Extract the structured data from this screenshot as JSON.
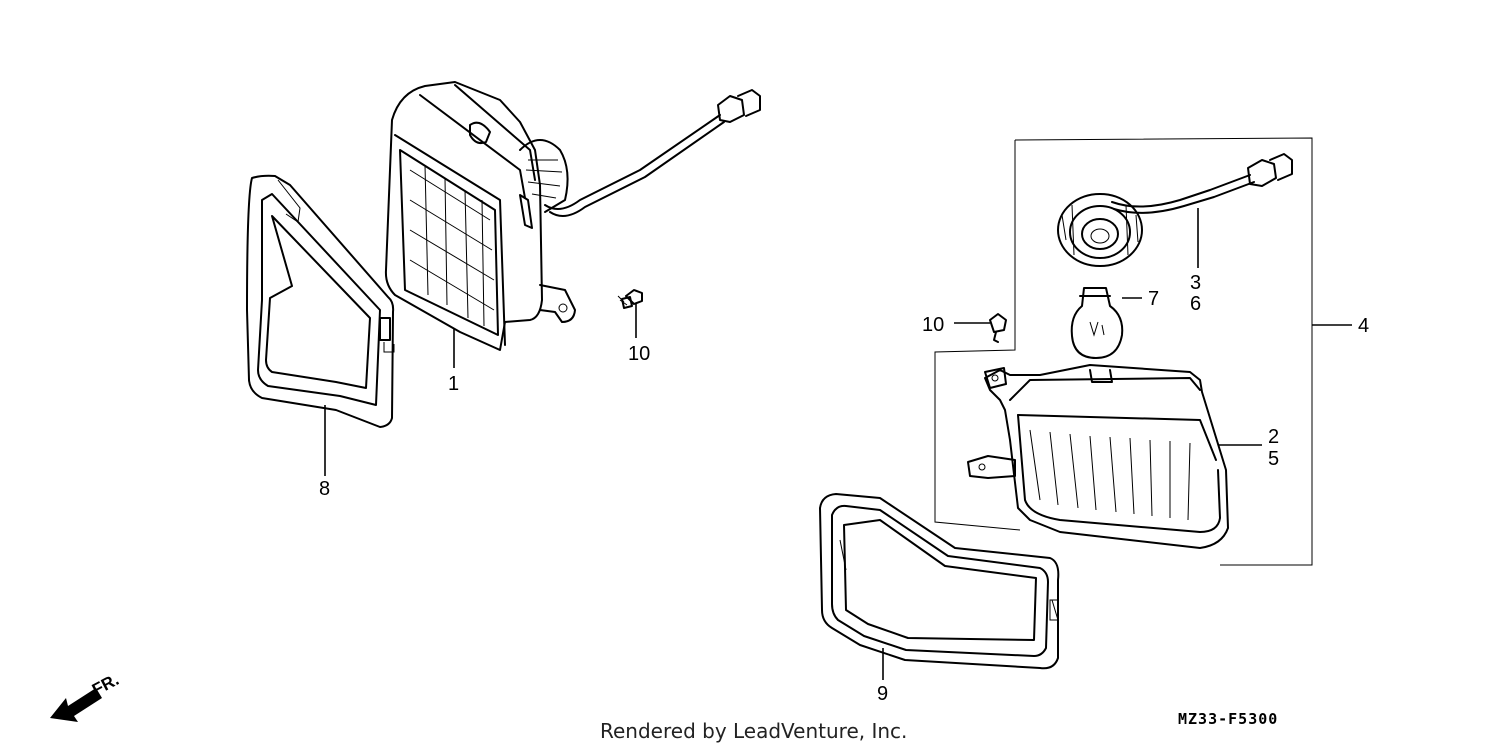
{
  "callouts": {
    "c1": "1",
    "c2": "2",
    "c3": "3",
    "c4": "4",
    "c5": "5",
    "c6": "6",
    "c7": "7",
    "c8": "8",
    "c9": "9",
    "c10a": "10",
    "c10b": "10"
  },
  "front_indicator": "FR.",
  "footer": {
    "rendered_by": "Rendered by LeadVenture, Inc.",
    "diagram_code": "MZ33-F5300"
  }
}
